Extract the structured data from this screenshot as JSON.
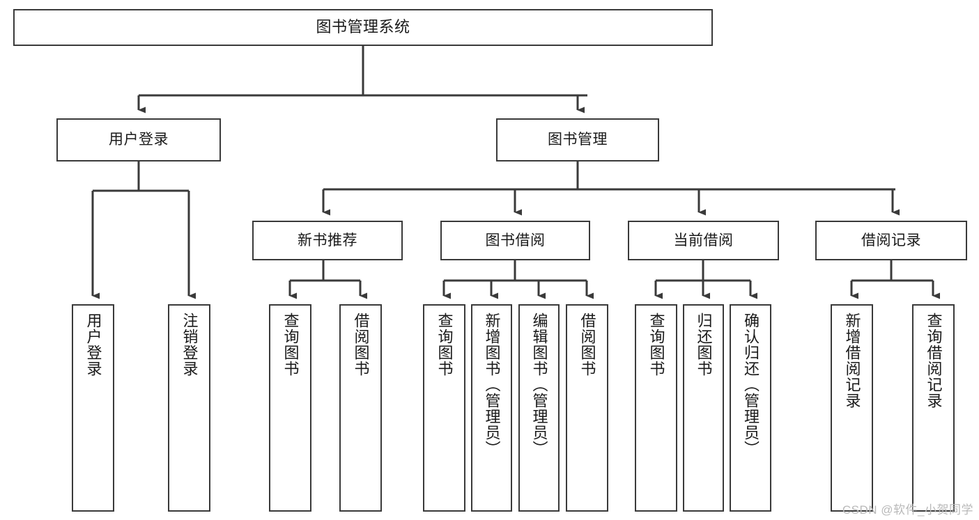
{
  "diagram": {
    "title": "图书管理系统",
    "type": "tree-hierarchy",
    "watermark": "CSDN @软件_小贺同学",
    "colors": {
      "background": "#ffffff",
      "node_border": "#3a3a3a",
      "node_fill": "#ffffff",
      "connector": "#3a3a3a",
      "text": "#1a1a1a",
      "watermark": "#b9b9b9"
    },
    "nodes": {
      "root": {
        "label": "图书管理系统",
        "level": 0
      },
      "level1": [
        {
          "id": "user-login",
          "label": "用户登录"
        },
        {
          "id": "book-management",
          "label": "图书管理"
        }
      ],
      "level2": [
        {
          "id": "new-book-recommend",
          "label": "新书推荐",
          "parent": "book-management"
        },
        {
          "id": "book-borrow",
          "label": "图书借阅",
          "parent": "book-management"
        },
        {
          "id": "current-borrow",
          "label": "当前借阅",
          "parent": "book-management"
        },
        {
          "id": "borrow-record",
          "label": "借阅记录",
          "parent": "book-management"
        }
      ],
      "leaves": {
        "user-login": [
          {
            "id": "leaf-user-login",
            "label": "用户登录"
          },
          {
            "id": "leaf-logout",
            "label": "注销登录"
          }
        ],
        "new-book-recommend": [
          {
            "id": "leaf-query-book-1",
            "label": "查询图书"
          },
          {
            "id": "leaf-borrow-book-1",
            "label": "借阅图书"
          }
        ],
        "book-borrow": [
          {
            "id": "leaf-query-book-2",
            "label": "查询图书"
          },
          {
            "id": "leaf-add-book",
            "label": "新增图书（管理员）"
          },
          {
            "id": "leaf-edit-book",
            "label": "编辑图书（管理员）"
          },
          {
            "id": "leaf-borrow-book-2",
            "label": "借阅图书"
          }
        ],
        "current-borrow": [
          {
            "id": "leaf-query-book-3",
            "label": "查询图书"
          },
          {
            "id": "leaf-return-book",
            "label": "归还图书"
          },
          {
            "id": "leaf-confirm-return",
            "label": "确认归还（管理员）"
          }
        ],
        "borrow-record": [
          {
            "id": "leaf-add-record",
            "label": "新增借阅记录"
          },
          {
            "id": "leaf-query-record",
            "label": "查询借阅记录"
          }
        ]
      }
    }
  }
}
